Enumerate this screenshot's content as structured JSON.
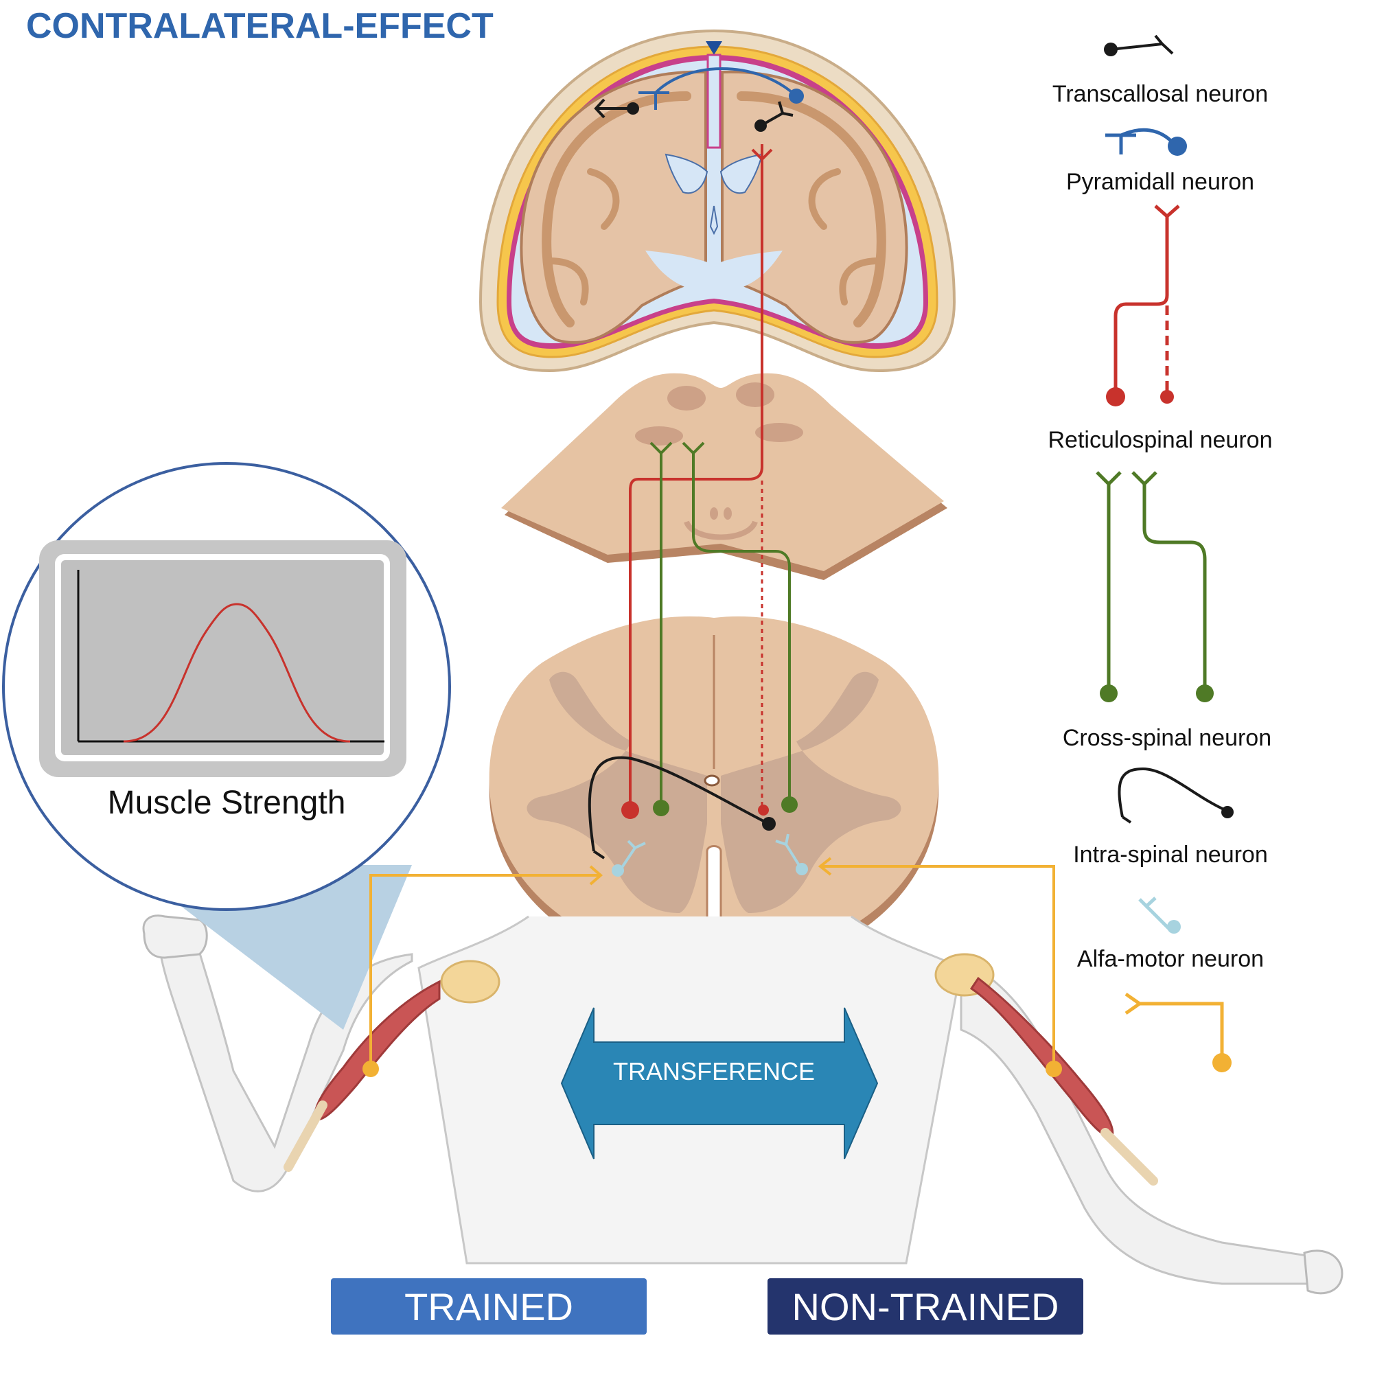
{
  "title": "CONTRALATERAL-EFFECT",
  "legend": {
    "transcallosal": "Transcallosal neuron",
    "pyramidal": "Pyramidall neuron",
    "reticulospinal": "Reticulospinal neuron",
    "cross_spinal": "Cross-spinal neuron",
    "intra_spinal": "Intra-spinal neuron",
    "alfa_motor": "Alfa-motor neuron"
  },
  "inset": {
    "label": "Muscle Strength"
  },
  "arrow": {
    "label": "TRANSFERENCE"
  },
  "badges": {
    "trained": "TRAINED",
    "non_trained": "NON-TRAINED"
  },
  "colors": {
    "title": "#2f66ad",
    "transcallosal": "#1a1a1a",
    "pyramidal": "#2f66ad",
    "reticulospinal": "#c8322c",
    "cross_spinal": "#4f7a26",
    "intra_spinal": "#1a1a1a",
    "alfa_motor_small": "#a7d3df",
    "alfa_motor": "#f2b134",
    "trained_badge": "#3f73bf",
    "non_trained_badge": "#24346d",
    "transference_arrow": "#2a86b5"
  }
}
